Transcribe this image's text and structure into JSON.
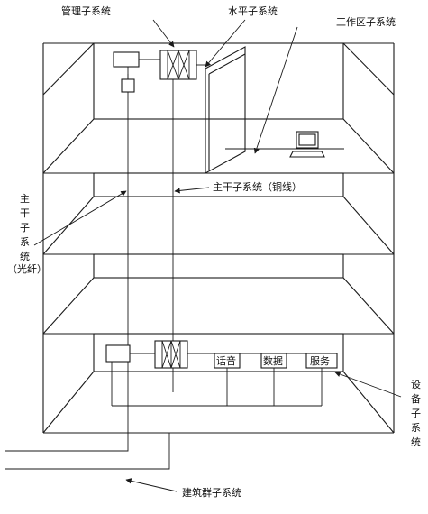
{
  "labels": {
    "management": "管理子系统",
    "horizontal": "水平子系统",
    "work_area": "工作区子系统",
    "backbone_copper": "主干子系统（铜线）",
    "backbone_fiber_chars": [
      "主",
      "干",
      "子",
      "系",
      "统",
      "（光纤）"
    ],
    "equipment_chars": [
      "设",
      "备",
      "子",
      "系",
      "统"
    ],
    "building_group": "建筑群子系统",
    "voice": "话音",
    "data": "数据",
    "service": "服务"
  }
}
